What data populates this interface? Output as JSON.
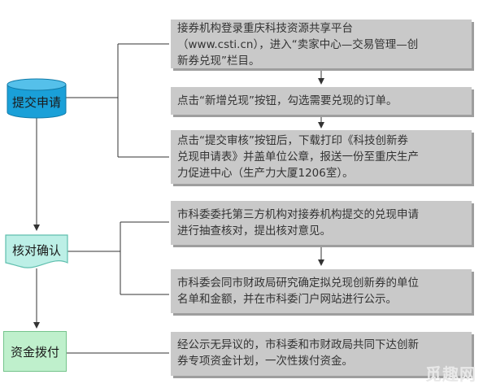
{
  "nodes": {
    "submit": "提交申请",
    "verify": "核对确认",
    "pay": "资金拨付"
  },
  "steps": [
    {
      "lines": [
        "接券机构登录重庆科技资源共享平台",
        "（www.csti.cn），进入“卖家中心—交易管理—创",
        "新券兑现”栏目。"
      ]
    },
    {
      "lines": [
        "点击“新增兑现”按钮，勾选需要兑现的订单。"
      ]
    },
    {
      "lines": [
        "点击“提交审核”按钮后，下载打印《科技创新券",
        "兑现申请表》并盖单位公章，报送一份至重庆生产",
        "力促进中心（生产力大厦1206室）。"
      ]
    },
    {
      "lines": [
        "市科委委托第三方机构对接券机构提交的兑现申请",
        "进行抽查核对，提出核对意见。"
      ]
    },
    {
      "lines": [
        "市科委会同市财政局研究确定拟兑现创新券的单位",
        "名单和金额，并在市科委门户网站进行公示。"
      ]
    },
    {
      "lines": [
        "经公示无异议的，市科委和市财政局共同下达创新",
        "券专项资金计划，一次性拨付资金。"
      ]
    }
  ],
  "watermark": "觅趣网",
  "colors": {
    "cylinder_fill": "#1aa0d8",
    "document_fill": "#bcefe6",
    "rect_fill": "#bff0cc",
    "box_fill": "#c9c9c9",
    "line": "#333333"
  }
}
